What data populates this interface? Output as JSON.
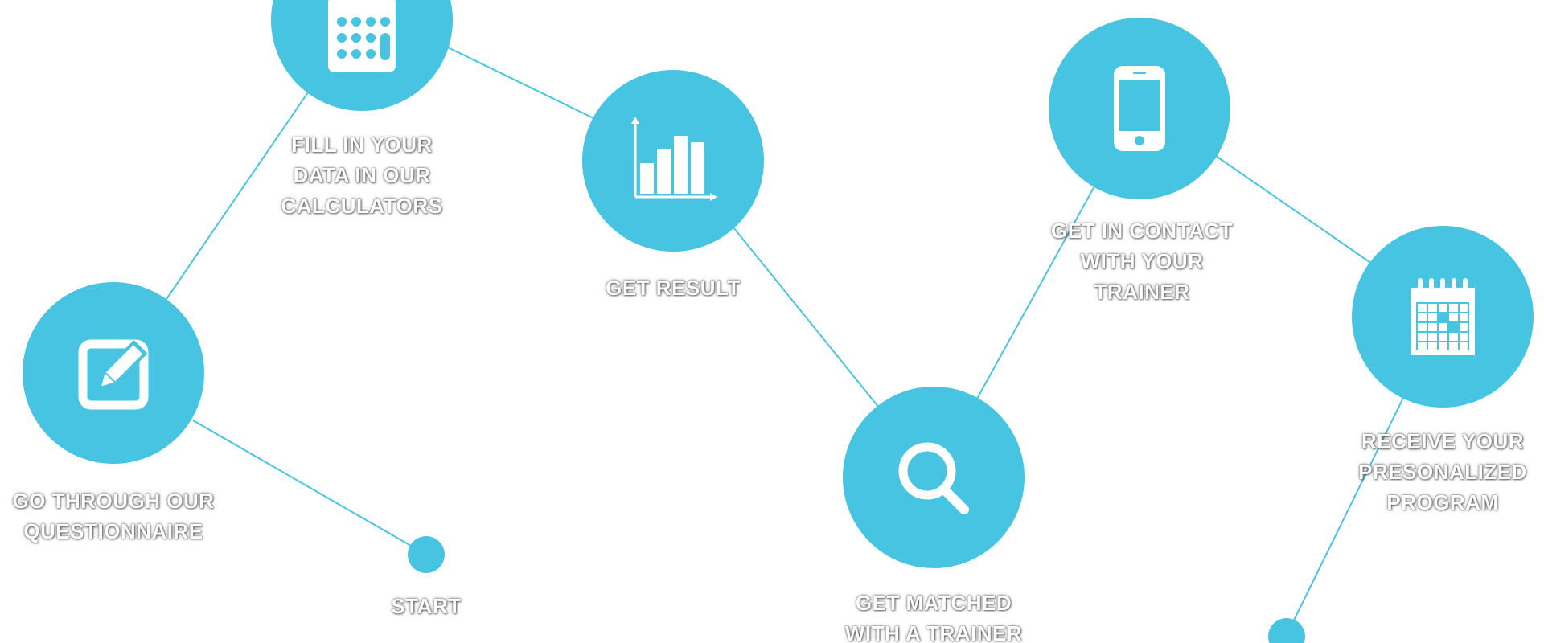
{
  "colors": {
    "accent": "#47c4e2",
    "connector": "#47c4e2",
    "icon": "#ffffff",
    "label": "#ffffff",
    "background": "#ffffff"
  },
  "steps": {
    "start": {
      "label": "START"
    },
    "questionnaire": {
      "label_lines": [
        "GO THROUGH OUR",
        "QUESTIONNAIRE"
      ],
      "icon": "edit-icon"
    },
    "calculators": {
      "label_lines": [
        "FILL IN YOUR",
        "DATA IN OUR",
        "CALCULATORS"
      ],
      "icon": "calculator-icon"
    },
    "results": {
      "label_lines": [
        "GET RESULT"
      ],
      "icon": "bar-chart-icon"
    },
    "matched": {
      "label_lines": [
        "GET MATCHED",
        "WITH A TRAINER"
      ],
      "icon": "search-icon"
    },
    "contact": {
      "label_lines": [
        "GET IN CONTACT",
        "WITH YOUR",
        "TRAINER"
      ],
      "icon": "phone-icon"
    },
    "program": {
      "label_lines": [
        "RECEIVE YOUR",
        "PRESONALIZED",
        "PROGRAM"
      ],
      "icon": "calendar-icon"
    }
  }
}
